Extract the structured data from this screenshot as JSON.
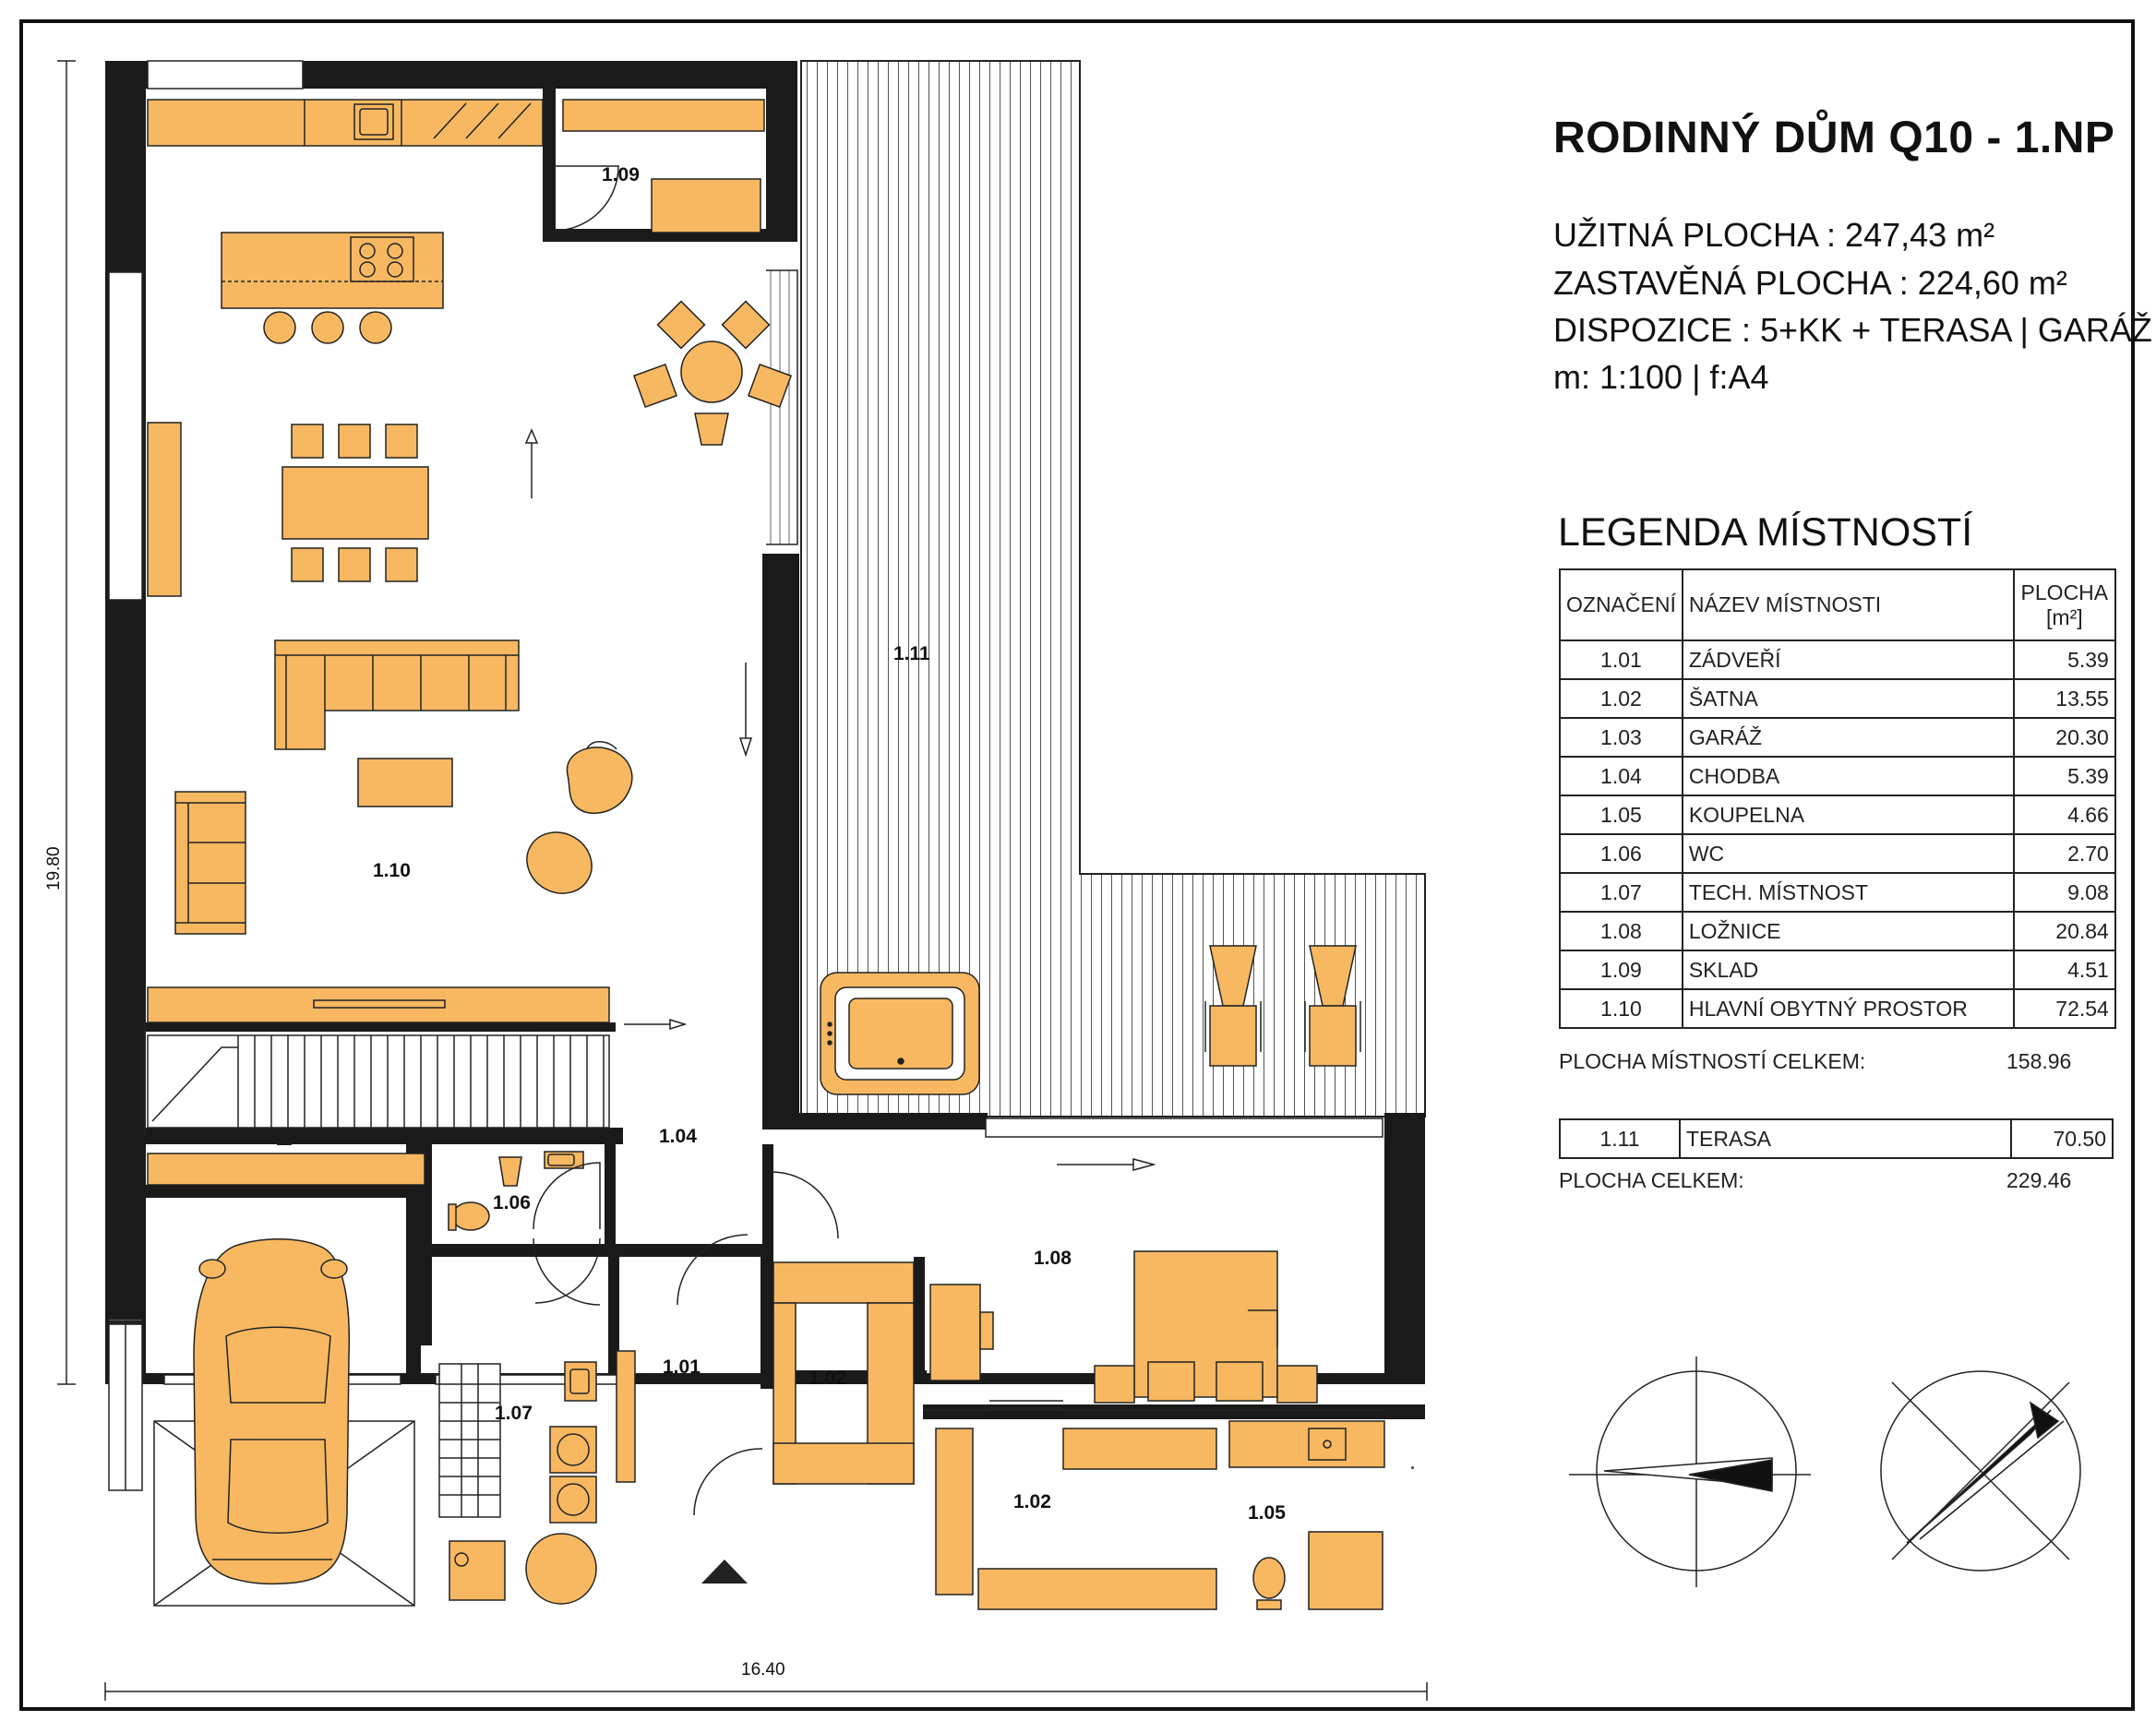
{
  "title": "RODINNÝ DŮM Q10 - 1.NP",
  "info": {
    "usable_area": "UŽITNÁ PLOCHA : 247,43 m²",
    "built_area": "ZASTAVĚNÁ PLOCHA : 224,60 m²",
    "layout": "DISPOZICE : 5+KK + TERASA | GARÁŽ",
    "scale": "m: 1:100 | f:A4"
  },
  "legend": {
    "title": "LEGENDA MÍSTNOSTÍ",
    "headers": {
      "id": "OZNAČENÍ",
      "name": "NÁZEV MÍSTNOSTI",
      "area": "PLOCHA",
      "unit": "[m²]"
    },
    "rows": [
      {
        "id": "1.01",
        "name": "ZÁDVEŘÍ",
        "area": "5.39"
      },
      {
        "id": "1.02",
        "name": "ŠATNA",
        "area": "13.55"
      },
      {
        "id": "1.03",
        "name": "GARÁŽ",
        "area": "20.30"
      },
      {
        "id": "1.04",
        "name": "CHODBA",
        "area": "5.39"
      },
      {
        "id": "1.05",
        "name": "KOUPELNA",
        "area": "4.66"
      },
      {
        "id": "1.06",
        "name": "WC",
        "area": "2.70"
      },
      {
        "id": "1.07",
        "name": "TECH. MÍSTNOST",
        "area": "9.08"
      },
      {
        "id": "1.08",
        "name": "LOŽNICE",
        "area": "20.84"
      },
      {
        "id": "1.09",
        "name": "SKLAD",
        "area": "4.51"
      },
      {
        "id": "1.10",
        "name": "HLAVNÍ OBYTNÝ PROSTOR",
        "area": "72.54"
      }
    ],
    "rooms_total_label": "PLOCHA MÍSTNOSTÍ CELKEM:",
    "rooms_total_value": "158.96",
    "terrace": {
      "id": "1.11",
      "name": "TERASA",
      "area": "70.50"
    },
    "grand_total_label": "PLOCHA CELKEM:",
    "grand_total_value": "229.46"
  },
  "plan": {
    "labels": {
      "r110": "1.10",
      "r111": "1.11",
      "r109": "1.09",
      "r104": "1.04",
      "r106": "1.06",
      "r101": "1.01",
      "r102a": "1.02",
      "r102b": "1.02",
      "r107": "1.07",
      "r108": "1.08",
      "r105": "1.05"
    },
    "dimensions": {
      "width": "16.40",
      "height": "19.80"
    }
  },
  "colors": {
    "furniture": "#f7b861",
    "wall": "#1a1a1a",
    "line": "#222222"
  }
}
